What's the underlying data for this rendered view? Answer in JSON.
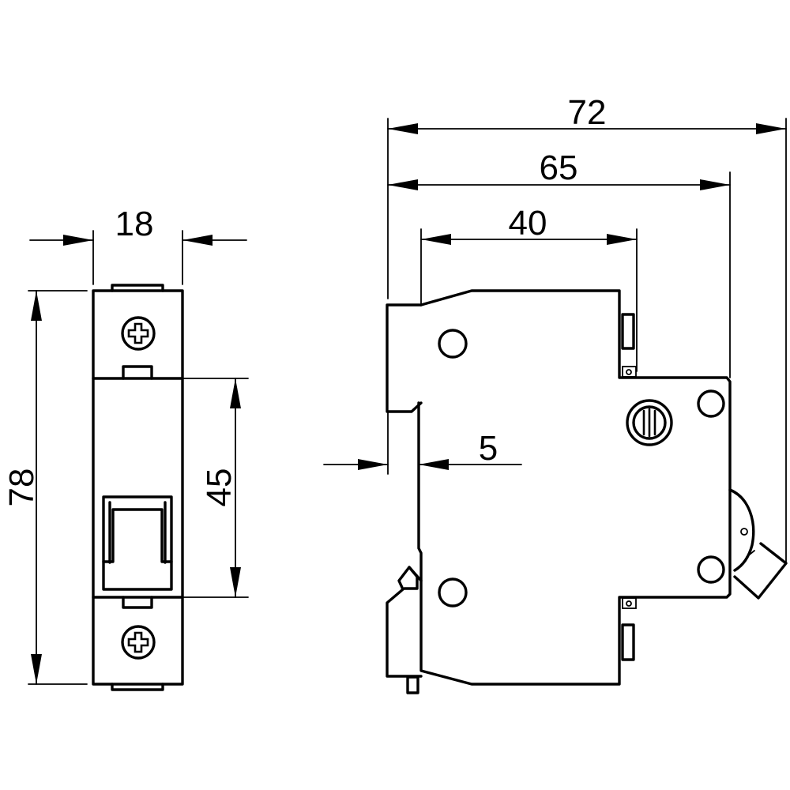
{
  "drawing": {
    "colors": {
      "line": "#000000",
      "background": "#ffffff"
    },
    "front_view": {
      "width_label": "18",
      "height_label": "78",
      "terminal_pitch_label": "45"
    },
    "side_view": {
      "total_depth_label": "72",
      "depth_label_65": "65",
      "depth_label_40": "40",
      "offset_label": "5"
    }
  }
}
